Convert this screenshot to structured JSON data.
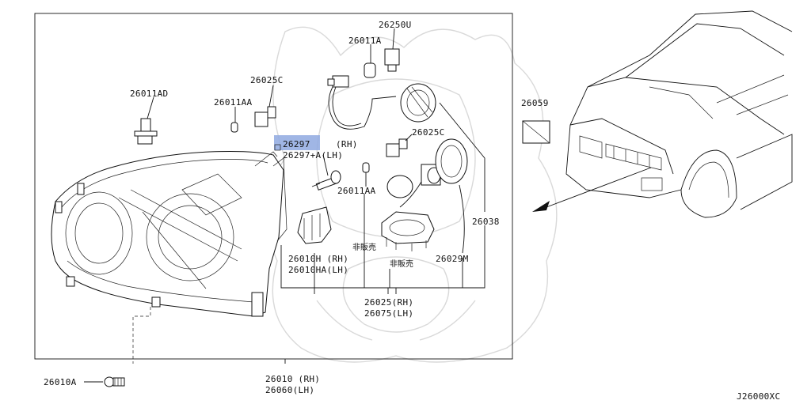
{
  "callouts": {
    "p26250U": "26250U",
    "p26011A": "26011A",
    "p26025C_top": "26025C",
    "p26011AD": "26011AD",
    "p26011AA_top": "26011AA",
    "p26297": "26297",
    "p26297_rh": "(RH)",
    "p26297A": "26297+A(LH)",
    "p26025C_mid": "26025C",
    "p26011AA_mid": "26011AA",
    "p26059": "26059",
    "p26038": "26038",
    "p26010H": "26010H (RH)",
    "p26010HA": "26010HA(LH)",
    "not_sold_1": "非販売",
    "not_sold_2": "非販売",
    "p26029M": "26029M",
    "p26025": "26025(RH)",
    "p26075": "26075(LH)",
    "p26010": "26010 (RH)",
    "p26060": "26060(LH)",
    "p26010A": "26010A",
    "diagram_code": "J26000XC"
  },
  "highlight_color": "#8fa9e0"
}
